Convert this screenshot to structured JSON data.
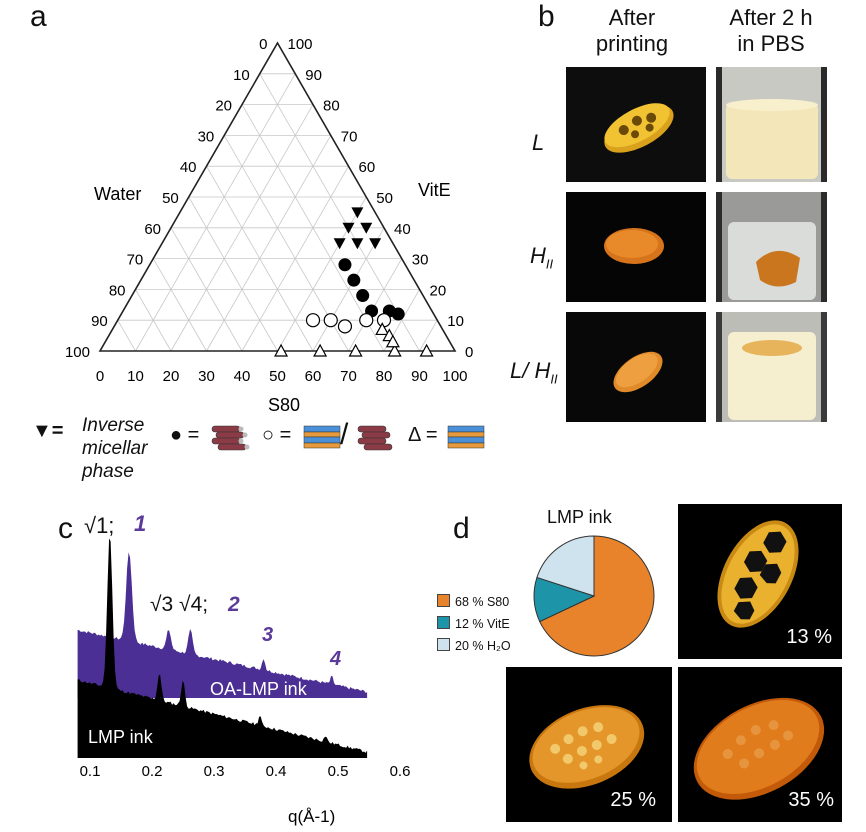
{
  "panels": {
    "a": "a",
    "b": "b",
    "c": "c",
    "d": "d"
  },
  "ternary": {
    "left_axis_label": "Water",
    "right_axis_label": "VitE",
    "bottom_axis_label": "S80",
    "left_ticks": [
      "0",
      "10",
      "20",
      "30",
      "40",
      "50",
      "60",
      "70",
      "80",
      "90",
      "100"
    ],
    "right_ticks": [
      "100",
      "90",
      "80",
      "70",
      "60",
      "50",
      "40",
      "30",
      "20",
      "10",
      "0"
    ],
    "bottom_ticks": [
      "0",
      "10",
      "20",
      "30",
      "40",
      "50",
      "60",
      "70",
      "80",
      "90",
      "100"
    ],
    "legend": {
      "inverse_symbol": "▼=",
      "inverse_line1": "Inverse",
      "inverse_line2": "micellar",
      "inverse_line3": "phase",
      "filled_symbol": "● =",
      "open_symbol": "○ =",
      "slash": "/",
      "triangle_symbol": "Δ ="
    },
    "points": {
      "inverse_micellar": [
        {
          "s80": 50,
          "vite": 45
        },
        {
          "s80": 50,
          "vite": 40
        },
        {
          "s80": 55,
          "vite": 40
        },
        {
          "s80": 50,
          "vite": 35
        },
        {
          "s80": 55,
          "vite": 35
        },
        {
          "s80": 60,
          "vite": 35
        }
      ],
      "filled_circle": [
        {
          "s80": 55,
          "vite": 28
        },
        {
          "s80": 60,
          "vite": 23
        },
        {
          "s80": 65,
          "vite": 18
        },
        {
          "s80": 70,
          "vite": 13
        },
        {
          "s80": 75,
          "vite": 13
        },
        {
          "s80": 78,
          "vite": 12
        }
      ],
      "open_circle": [
        {
          "s80": 55,
          "vite": 10
        },
        {
          "s80": 60,
          "vite": 10
        },
        {
          "s80": 65,
          "vite": 8
        },
        {
          "s80": 70,
          "vite": 10
        },
        {
          "s80": 75,
          "vite": 10
        }
      ],
      "open_triangle": [
        {
          "s80": 51,
          "vite": 0
        },
        {
          "s80": 62,
          "vite": 0
        },
        {
          "s80": 72,
          "vite": 0
        },
        {
          "s80": 83,
          "vite": 0
        },
        {
          "s80": 92,
          "vite": 0
        },
        {
          "s80": 76,
          "vite": 7
        },
        {
          "s80": 79,
          "vite": 5
        },
        {
          "s80": 81,
          "vite": 3
        }
      ]
    }
  },
  "photos_b": {
    "col1": "After\nprinting",
    "col1_line1": "After",
    "col1_line2": "printing",
    "col2_line1": "After 2 h",
    "col2_line2": "in PBS",
    "row1": "L",
    "row2": "H",
    "row2_sub": "II",
    "row3": "L/ H",
    "row3_sub": "II"
  },
  "saxs": {
    "xlabel": "q(Å-1)",
    "x_ticks": [
      "0.1",
      "0.2",
      "0.3",
      "0.4",
      "0.5",
      "0.6"
    ],
    "series_top_label": "OA-LMP ink",
    "series_bottom_label": "LMP ink",
    "peak_label_1": "√1;",
    "peak_index_1": "1",
    "peak_label_2": "√3 √4;",
    "peak_index_2": "2",
    "peak_index_3": "3",
    "peak_index_4": "4",
    "colors": {
      "top": "#4b2f94",
      "bottom": "#000000",
      "index_labels": "#5b3a9a"
    }
  },
  "pie": {
    "title": "LMP ink",
    "slices": [
      {
        "label": "68 % S80",
        "value": 68,
        "color": "#e8832b"
      },
      {
        "label": "12 % VitE",
        "value": 12,
        "color": "#1e94a8"
      },
      {
        "label": "20 % H₂O",
        "value": 20,
        "color": "#cfe3ef"
      }
    ]
  },
  "photos_d": {
    "p13": "13 %",
    "p25": "25 %",
    "p35": "35 %"
  }
}
